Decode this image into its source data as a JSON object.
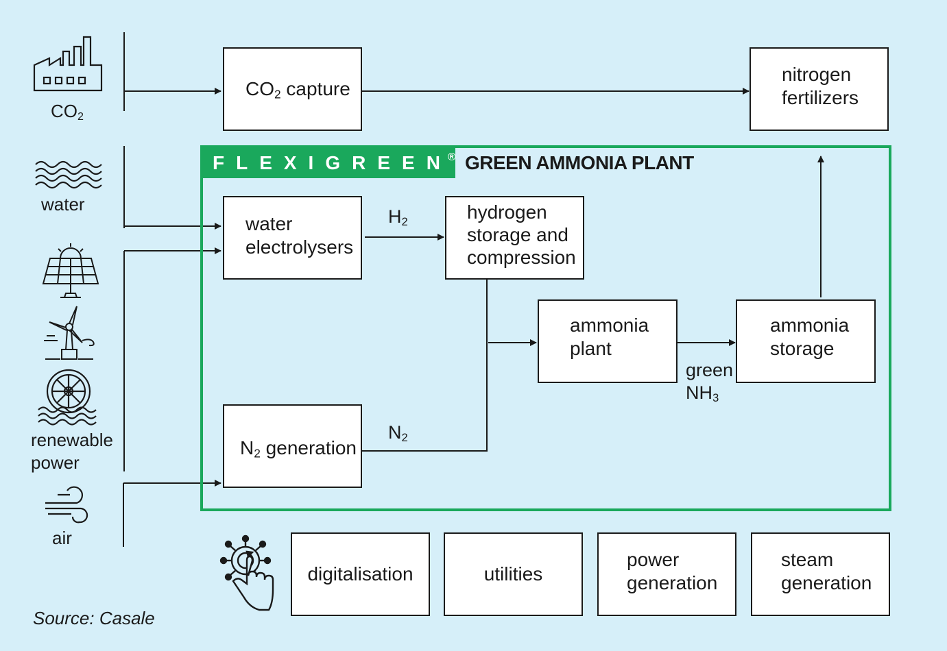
{
  "inputs": {
    "co2": {
      "label": "CO",
      "sub": "2"
    },
    "water": "water",
    "renewable_power": [
      "renewable",
      "power"
    ],
    "air": "air"
  },
  "boxes": {
    "co2_capture": {
      "pre": "CO",
      "sub": "2",
      "post": " capture"
    },
    "nitrogen_fertilizers": [
      "nitrogen",
      "fertilizers"
    ],
    "water_electrolysers": [
      "water",
      "electrolysers"
    ],
    "hydrogen_storage": [
      "hydrogen",
      "storage and",
      "compression"
    ],
    "ammonia_plant": [
      "ammonia",
      "plant"
    ],
    "ammonia_storage": [
      "ammonia",
      "storage"
    ],
    "n2_generation": {
      "pre": "N",
      "sub": "2",
      "post": " generation"
    },
    "digitalisation": "digitalisation",
    "utilities": "utilities",
    "power_generation": [
      "power",
      "generation"
    ],
    "steam_generation": [
      "steam",
      "generation"
    ]
  },
  "flow_labels": {
    "h2": {
      "pre": "H",
      "sub": "2"
    },
    "n2": {
      "pre": "N",
      "sub": "2"
    },
    "green": "green",
    "nh3": {
      "pre": "NH",
      "sub": "3"
    }
  },
  "flexigreen": {
    "brand": "FLEXIGREEN",
    "reg": "®",
    "title": "GREEN AMMONIA PLANT"
  },
  "source": "Source: Casale",
  "colors": {
    "background": "#d6eff9",
    "accent_green": "#1aa85c",
    "line": "#1a1a1a"
  },
  "icons": [
    "factory-icon",
    "water-waves-icon",
    "solar-panel-icon",
    "wind-turbine-icon",
    "water-wheel-icon",
    "wind-air-icon",
    "digital-hand-icon"
  ]
}
